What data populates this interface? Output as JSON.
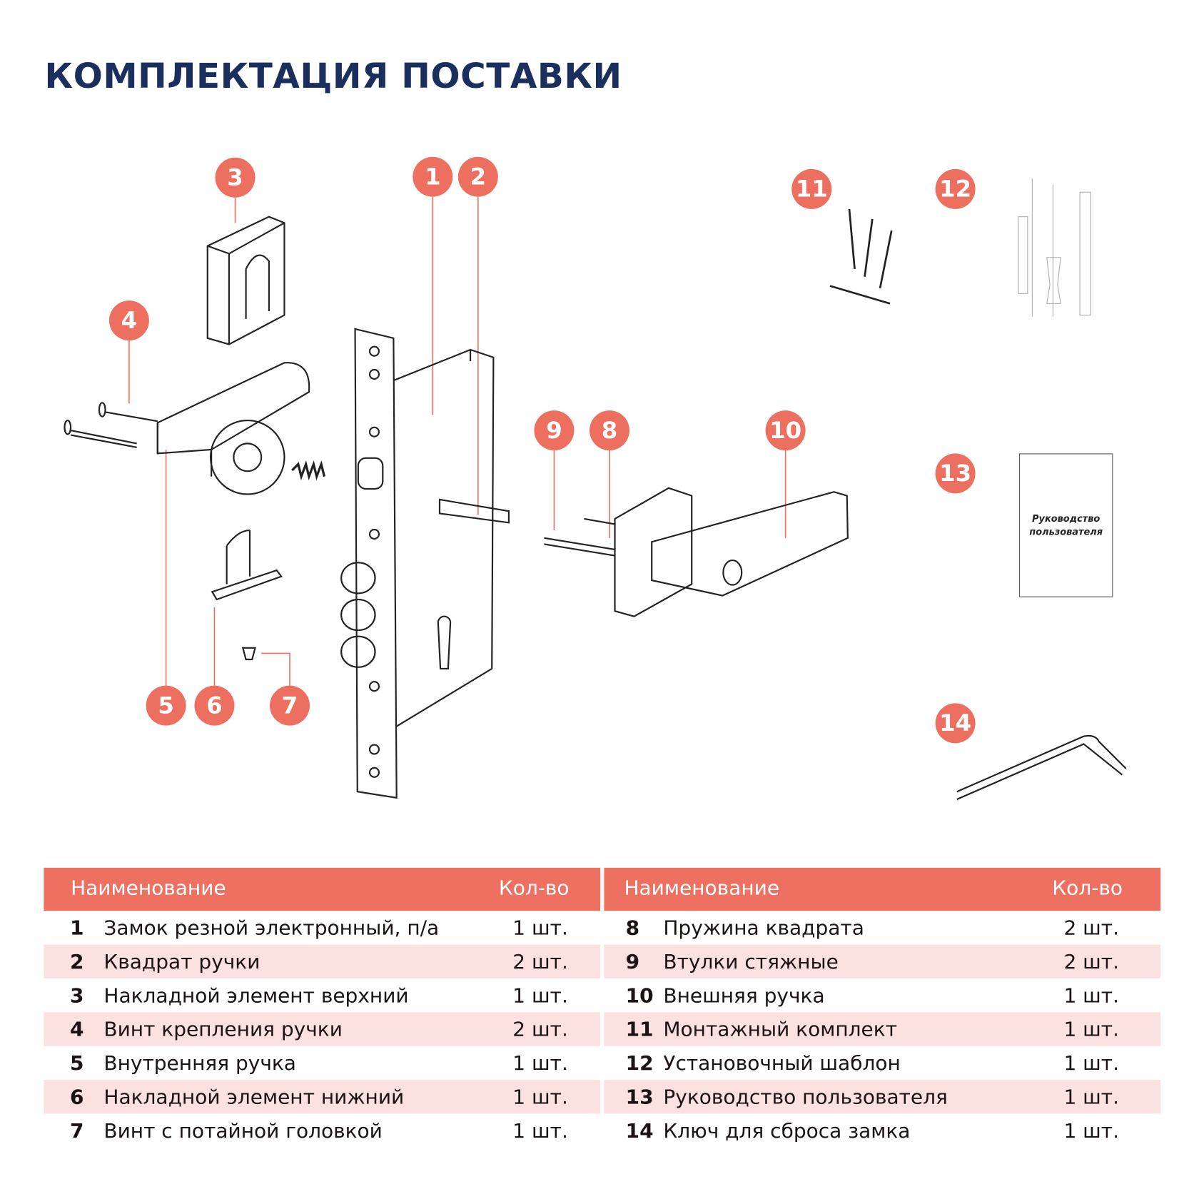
{
  "title": "КОМПЛЕКТАЦИЯ ПОСТАВКИ",
  "badges": [
    "1",
    "2",
    "3",
    "4",
    "5",
    "6",
    "7",
    "8",
    "9",
    "10",
    "11",
    "12",
    "13",
    "14"
  ],
  "manual_label": "Руководство пользователя",
  "table": {
    "header_name": "Наименование",
    "header_qty": "Кол-во",
    "left": [
      {
        "n": "1",
        "name": "Замок резной электронный, п/а",
        "qty": "1 шт."
      },
      {
        "n": "2",
        "name": "Квадрат ручки",
        "qty": "2 шт."
      },
      {
        "n": "3",
        "name": "Накладной элемент верхний",
        "qty": "1 шт."
      },
      {
        "n": "4",
        "name": "Винт крепления ручки",
        "qty": "2 шт."
      },
      {
        "n": "5",
        "name": "Внутренняя ручка",
        "qty": "1 шт."
      },
      {
        "n": "6",
        "name": "Накладной элемент нижний",
        "qty": "1 шт."
      },
      {
        "n": "7",
        "name": "Винт с потайной головкой",
        "qty": "1 шт."
      }
    ],
    "right": [
      {
        "n": "8",
        "name": "Пружина квадрата",
        "qty": "2 шт."
      },
      {
        "n": "9",
        "name": "Втулки стяжные",
        "qty": "2 шт."
      },
      {
        "n": "10",
        "name": "Внешняя ручка",
        "qty": "1 шт."
      },
      {
        "n": "11",
        "name": "Монтажный комплект",
        "qty": "1 шт."
      },
      {
        "n": "12",
        "name": "Установочный шаблон",
        "qty": "1 шт."
      },
      {
        "n": "13",
        "name": "Руководство пользователя",
        "qty": "1 шт."
      },
      {
        "n": "14",
        "name": "Ключ для сброса замка",
        "qty": "1 шт."
      }
    ]
  },
  "colors": {
    "accent": "#ee7060",
    "stripe": "#fbe1df",
    "title": "#1b2f5e"
  }
}
